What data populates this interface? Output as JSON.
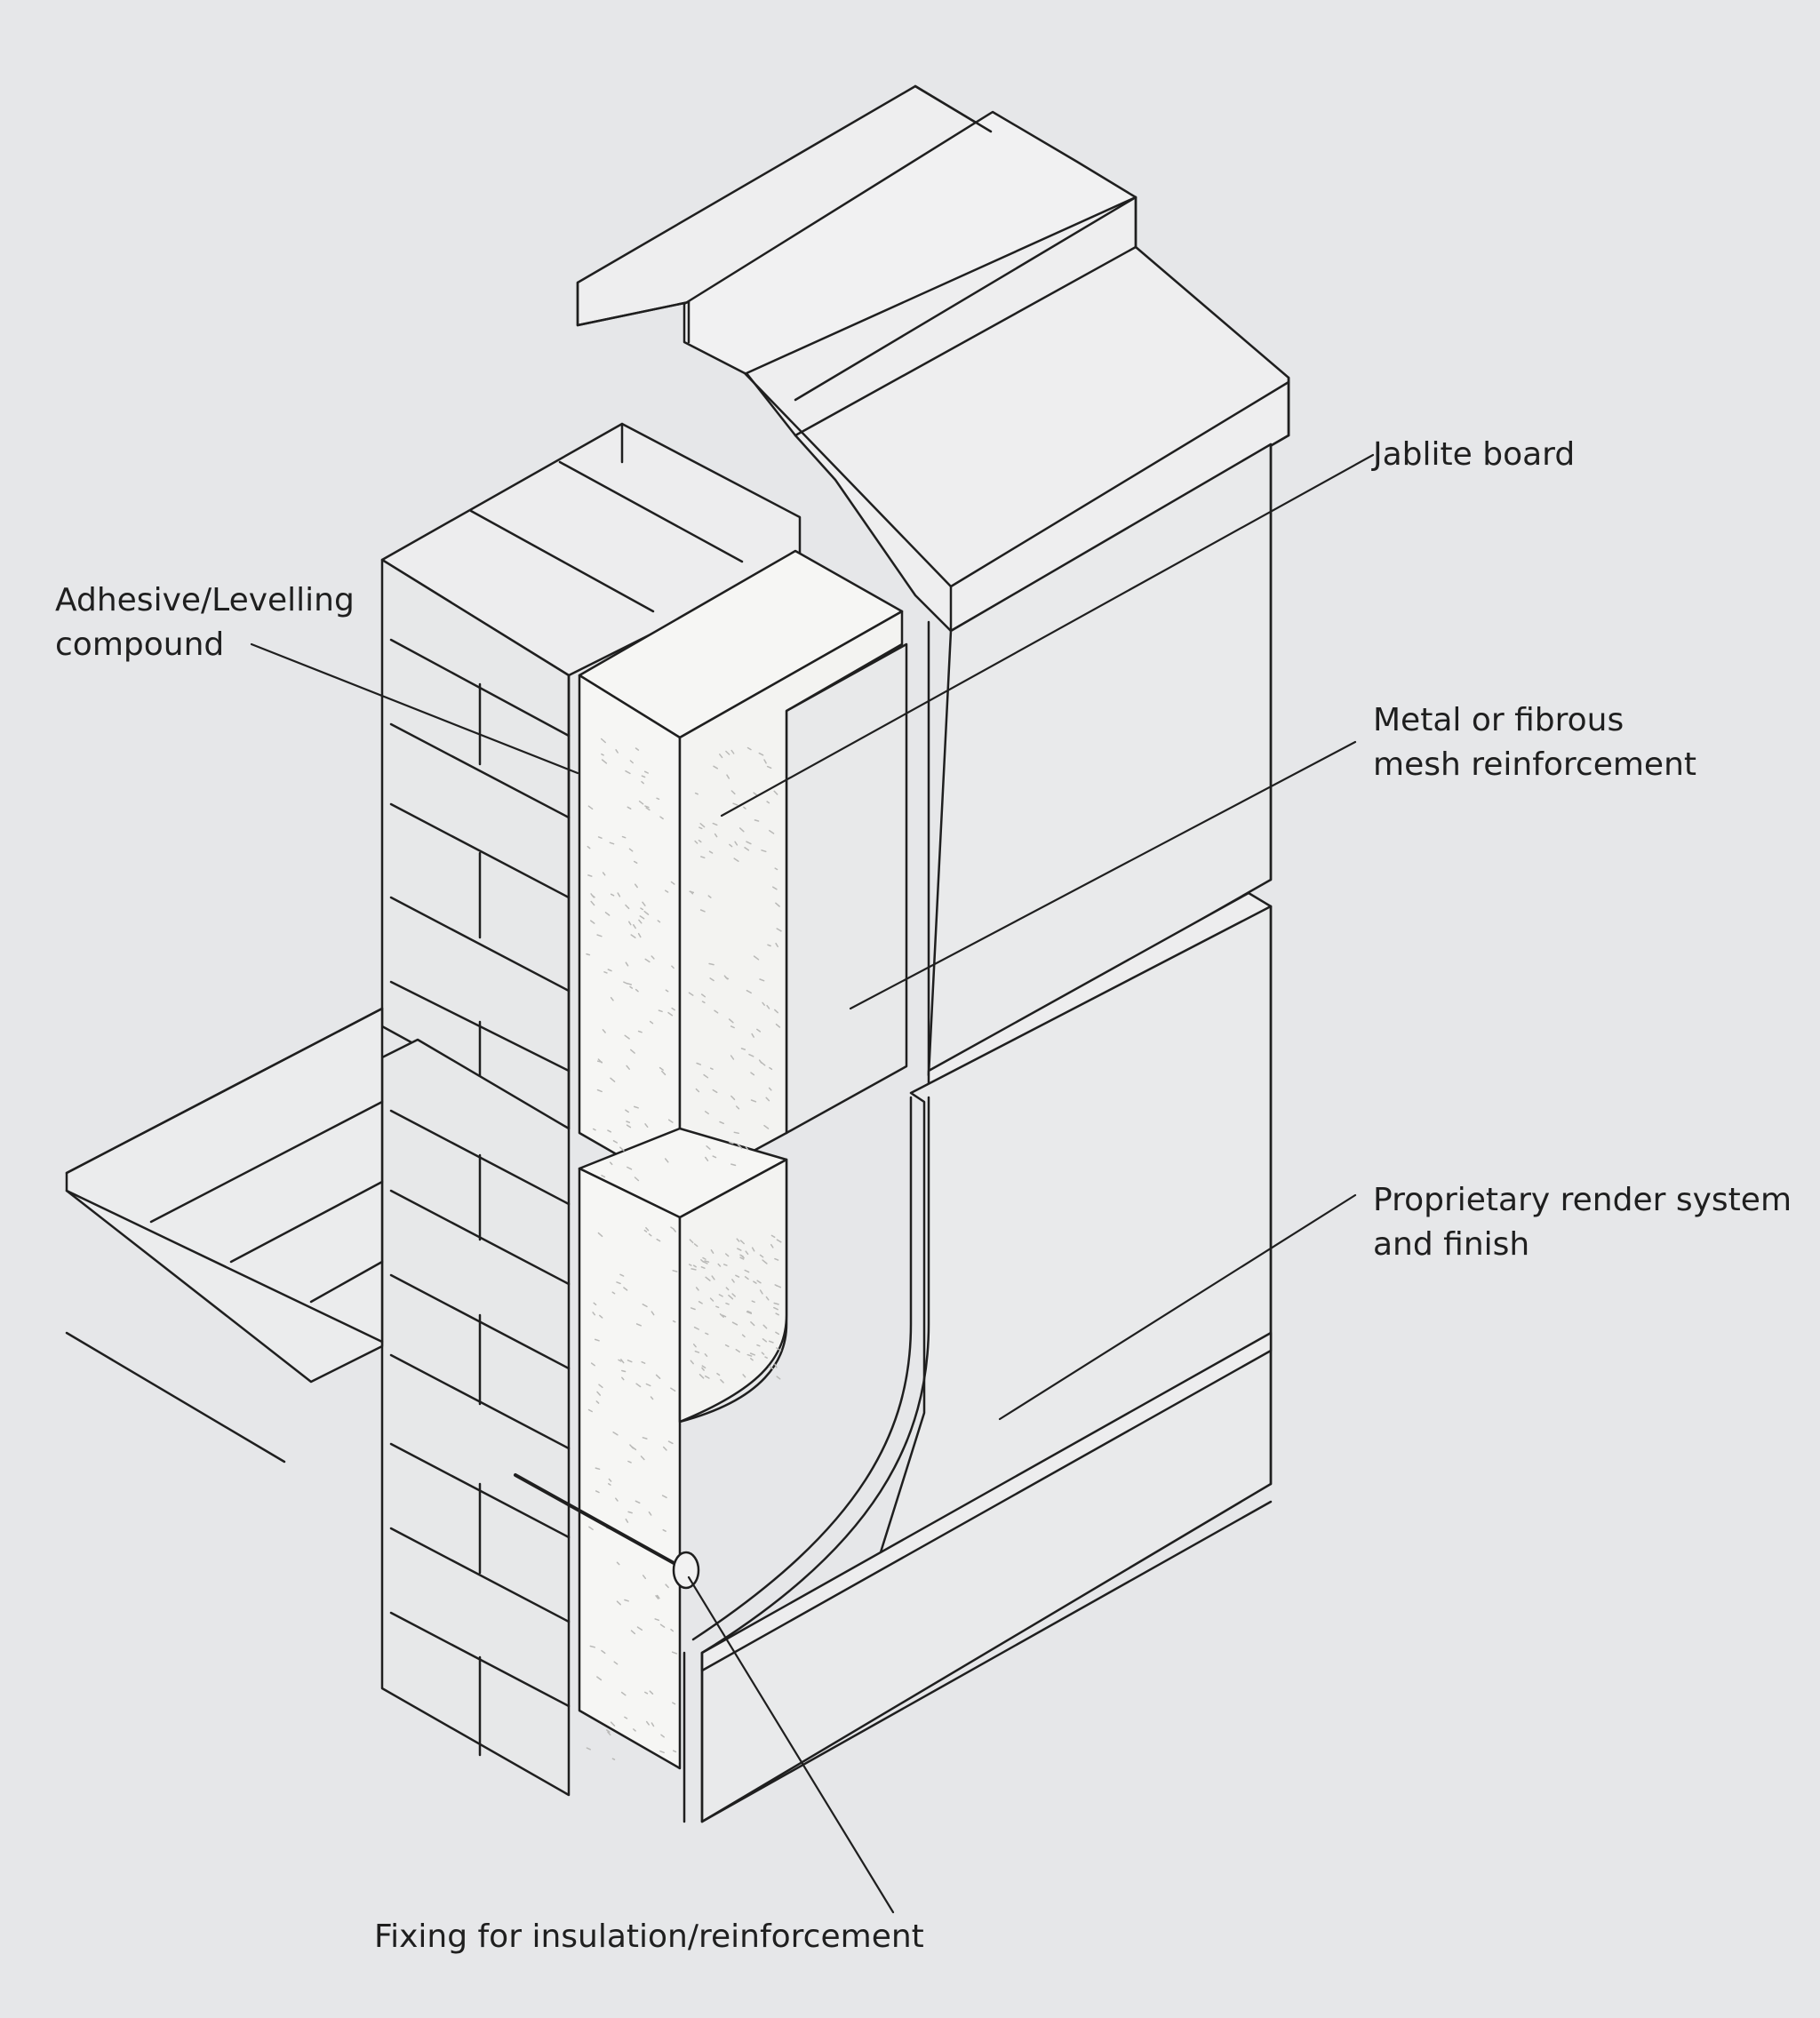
{
  "figure": {
    "background_color": "#e6e7e9",
    "line_color": "#1f1f1f",
    "insulation_color": "#f6f6f4",
    "render_color": "#e9eaeb"
  },
  "labels": {
    "adhesive": {
      "line1": "Adhesive/Levelling",
      "line2": "compound"
    },
    "jablite": {
      "line1": "Jablite board"
    },
    "mesh": {
      "line1": "Metal or fibrous",
      "line2": "mesh reinforcement"
    },
    "render": {
      "line1": "Proprietary render system",
      "line2": "and finish"
    },
    "fixing": {
      "line1": "Fixing for insulation/reinforcement"
    }
  }
}
